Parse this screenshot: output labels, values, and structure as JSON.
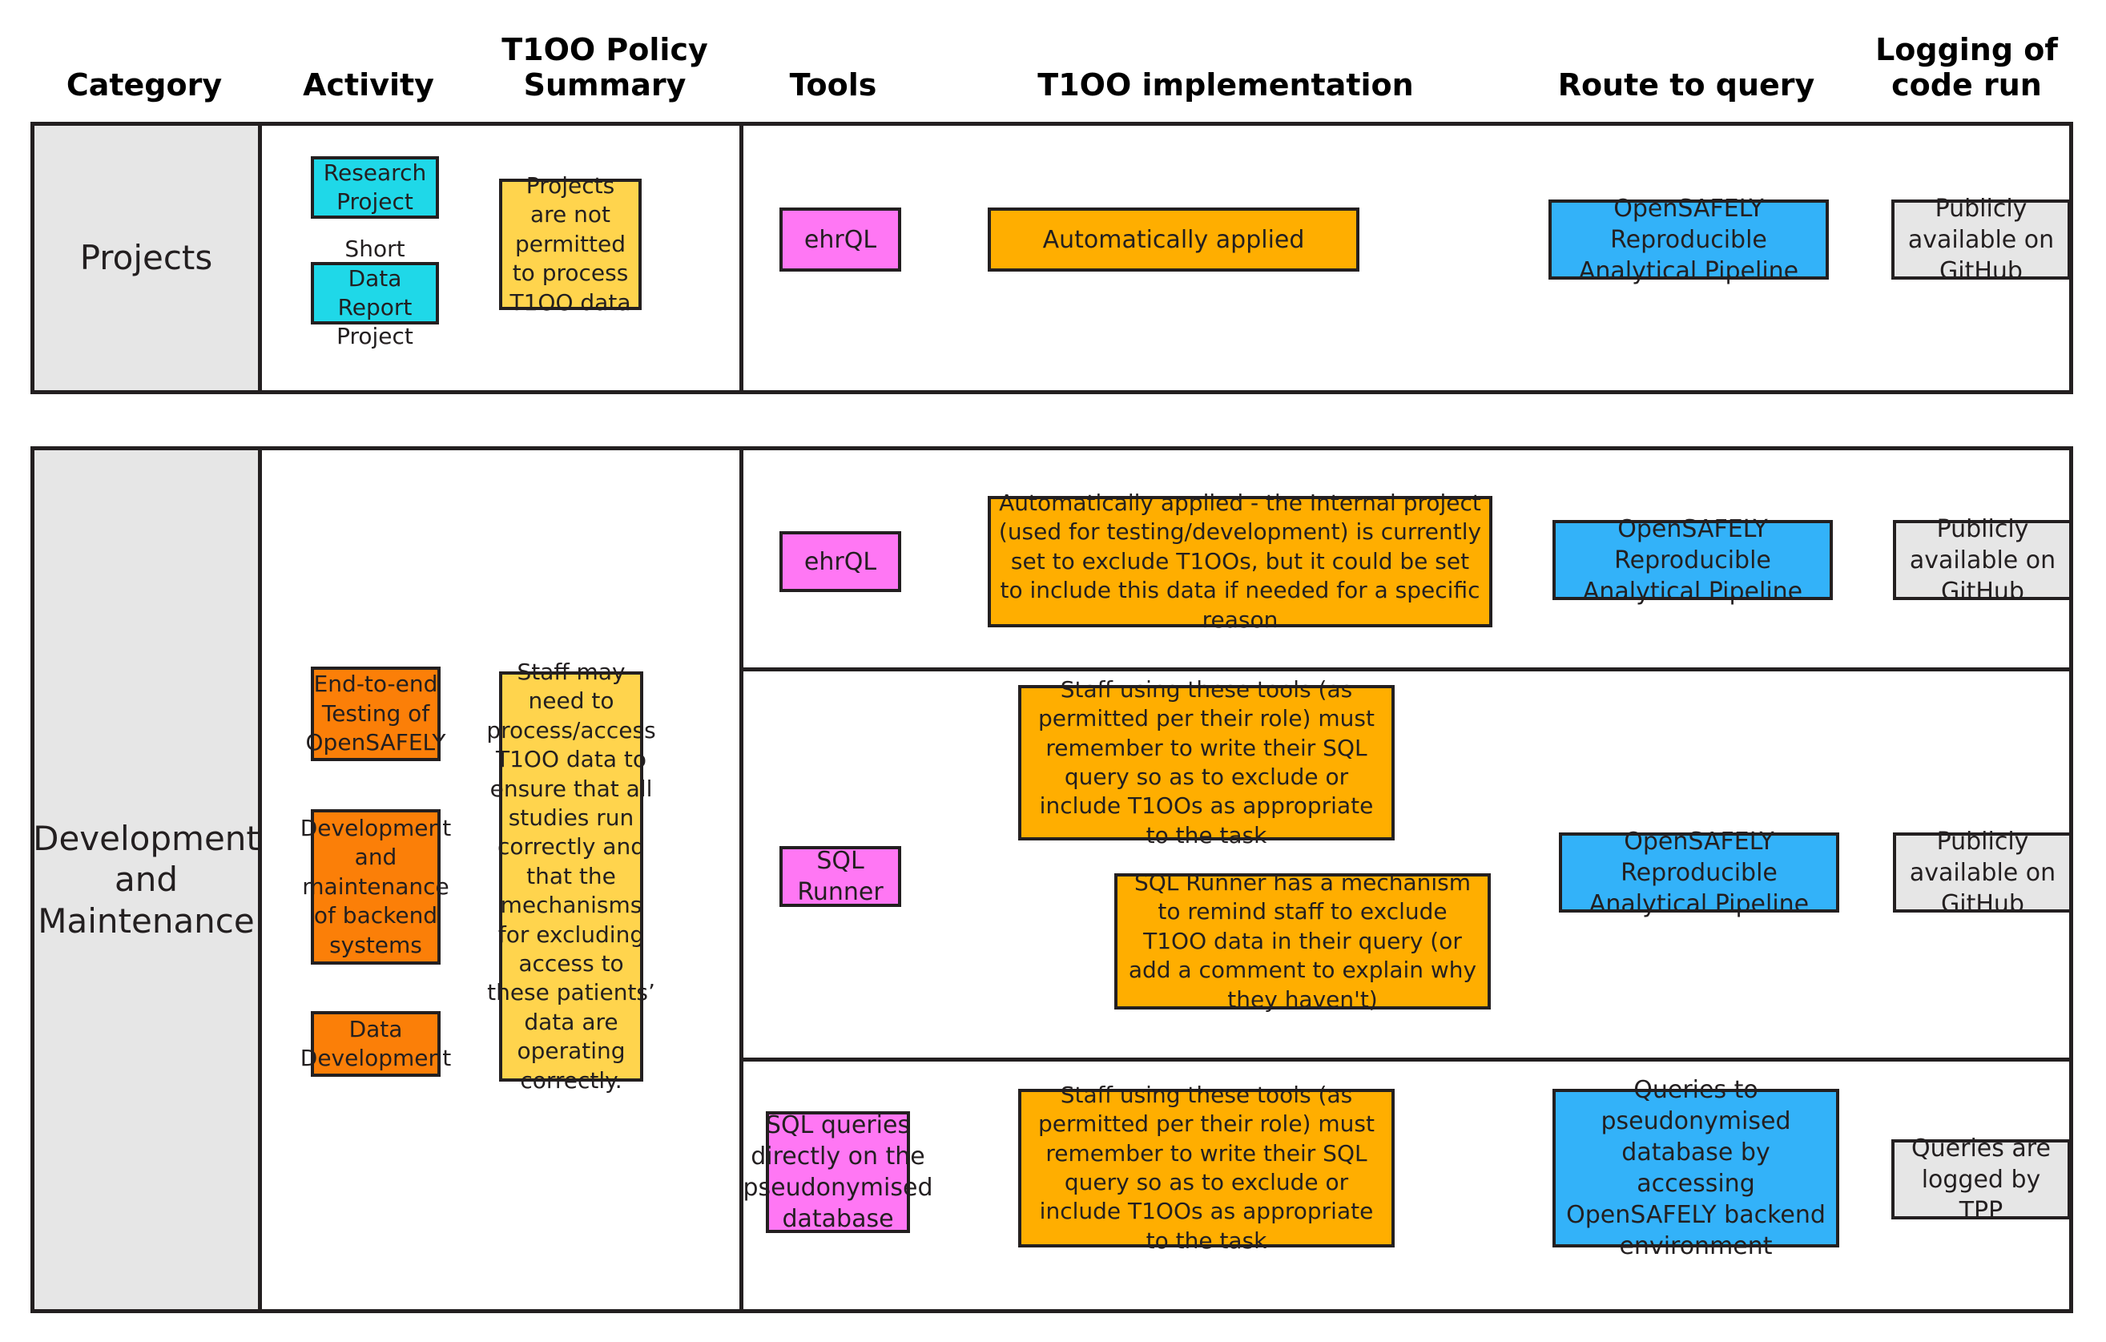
{
  "headers": [
    {
      "label": "Category",
      "lines": [
        "Category"
      ]
    },
    {
      "label": "Activity",
      "lines": [
        "Activity"
      ]
    },
    {
      "label": "T1OO Policy Summary",
      "lines": [
        "T1OO Policy",
        "Summary"
      ]
    },
    {
      "label": "Tools",
      "lines": [
        "Tools"
      ]
    },
    {
      "label": "T1OO implementation",
      "lines": [
        "T1OO implementation"
      ]
    },
    {
      "label": "Route to query",
      "lines": [
        "Route to query"
      ]
    },
    {
      "label": "Logging of code run",
      "lines": [
        "Logging of",
        "code run"
      ]
    }
  ],
  "colors": {
    "cyan": "#1FD8E8",
    "yellow": "#FFD44D",
    "orange": "#FFAE00",
    "orange_dark": "#FB7F08",
    "magenta": "#FF77F4",
    "blue": "#33B2F9",
    "grey": "#E6E6E6",
    "outline": "#231F20"
  },
  "rows": [
    {
      "category": "Projects",
      "activities": [
        "Research Project",
        "Short Data Report Project"
      ],
      "policy_summary": "Projects are not permitted to process T1OO data",
      "subrows": [
        {
          "tool": "ehrQL",
          "implementation": [
            "Automatically applied"
          ],
          "route_to_query": "OpenSAFELY Reproducible Analytical Pipeline",
          "logging": "Publicly available on GitHub"
        }
      ]
    },
    {
      "category": "Development and Maintenance",
      "activities": [
        "End-to-end Testing of OpenSAFELY",
        "Development and maintenance of backend systems",
        "Data Development"
      ],
      "policy_summary": "Staff may need to process/access T1OO data to ensure that all studies run correctly and that the mechanisms for excluding access to these patients’ data are operating correctly.",
      "subrows": [
        {
          "tool": "ehrQL",
          "implementation": [
            "Automatically applied - the Internal project (used for testing/development) is currently set to exclude T1OOs, but it could be set to include this data if needed for a specific reason"
          ],
          "route_to_query": "OpenSAFELY Reproducible Analytical Pipeline",
          "logging": "Publicly available on GitHub"
        },
        {
          "tool": "SQL Runner",
          "implementation": [
            "Staff using these tools (as permitted per their role) must remember to write their SQL query so as to exclude or include T1OOs as appropriate to the task",
            "SQL Runner has a mechanism to remind staff to exclude T1OO data in their query (or add a comment to explain why they haven't)"
          ],
          "route_to_query": "OpenSAFELY Reproducible Analytical Pipeline",
          "logging": "Publicly available on GitHub"
        },
        {
          "tool": "SQL queries directly on the pseudonymised database",
          "implementation": [
            "Staff using these tools (as permitted per their role) must remember to write their SQL query so as to exclude or include T1OOs as appropriate to the task"
          ],
          "route_to_query": "Queries to pseudonymised database by accessing OpenSAFELY backend environment",
          "logging": "Queries are logged by TPP"
        }
      ]
    }
  ]
}
